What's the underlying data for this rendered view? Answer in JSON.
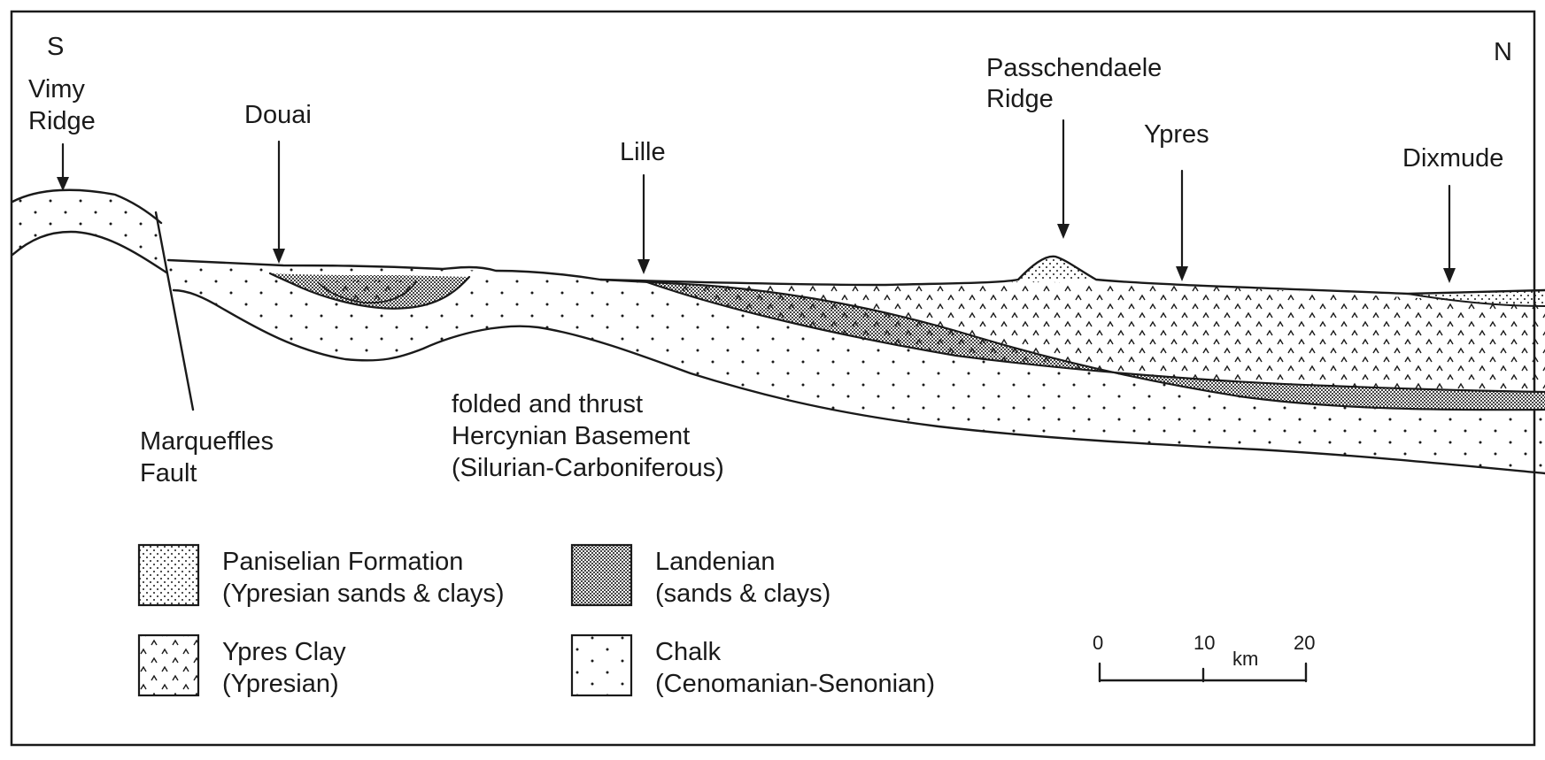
{
  "directions": {
    "south": "S",
    "north": "N"
  },
  "places": [
    {
      "line1": "Vimy",
      "line2": "Ridge"
    },
    {
      "line1": "Douai",
      "line2": ""
    },
    {
      "line1": "Lille",
      "line2": ""
    },
    {
      "line1": "Passchendaele",
      "line2": "Ridge"
    },
    {
      "line1": "Ypres",
      "line2": ""
    },
    {
      "line1": "Dixmude",
      "line2": ""
    }
  ],
  "fault_label": {
    "line1": "Marqueffles",
    "line2": "Fault"
  },
  "basement_label": {
    "line1": "folded and thrust",
    "line2": "Hercynian Basement",
    "line3": "(Silurian-Carboniferous)"
  },
  "legend": [
    {
      "pattern": "fine-dots",
      "line1": "Paniselian Formation",
      "line2": "(Ypresian sands & clays)"
    },
    {
      "pattern": "dense-stipple",
      "line1": "Landenian",
      "line2": "(sands & clays)"
    },
    {
      "pattern": "carets",
      "line1": "Ypres Clay",
      "line2": "(Ypresian)"
    },
    {
      "pattern": "sparse-dots",
      "line1": "Chalk",
      "line2": "(Cenomanian-Senonian)"
    }
  ],
  "scale_bar": {
    "ticks": [
      "0",
      "10",
      "20"
    ],
    "unit": "km"
  },
  "colors": {
    "ink": "#1a1a1a",
    "paper": "#ffffff"
  }
}
